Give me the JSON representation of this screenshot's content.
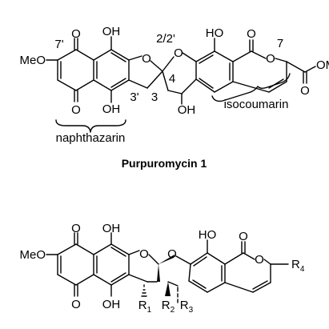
{
  "structure_1": {
    "atoms": {
      "o_naph_top": "O",
      "o_naph_bottom": "O",
      "oh_naph_top": "OH",
      "oh_naph_bottom": "OH",
      "meo": "MeO",
      "o_furan": "O",
      "o_pyran": "O",
      "ho_top": "HO",
      "o_lactone_carbonyl": "O",
      "o_lactone_ring": "O",
      "ome_ester": "OMe",
      "o_ester_carbonyl": "O",
      "oh_c4": "OH"
    },
    "position_labels": {
      "p7prime": "7'",
      "p22prime": "2/2'",
      "p3prime": "3'",
      "p3": "3",
      "p4": "4",
      "p7": "7"
    },
    "fragment_labels": {
      "naphthazarin": "naphthazarin",
      "isocoumarin": "isocoumarin"
    },
    "caption": "Purpuromycin 1"
  },
  "structure_2": {
    "atoms": {
      "o_naph_top": "O",
      "o_naph_bottom": "O",
      "oh_naph_top": "OH",
      "oh_naph_bottom": "OH",
      "meo": "MeO",
      "o_furan": "O",
      "o_pyran": "O",
      "ho_top": "HO",
      "o_lactone_carbonyl": "O",
      "o_lactone_ring": "O"
    },
    "substituents": {
      "r1": "R",
      "r1_sub": "1",
      "r2": "R",
      "r2_sub": "2",
      "r3": "R",
      "r3_sub": "3",
      "r4": "R",
      "r4_sub": "4"
    }
  }
}
